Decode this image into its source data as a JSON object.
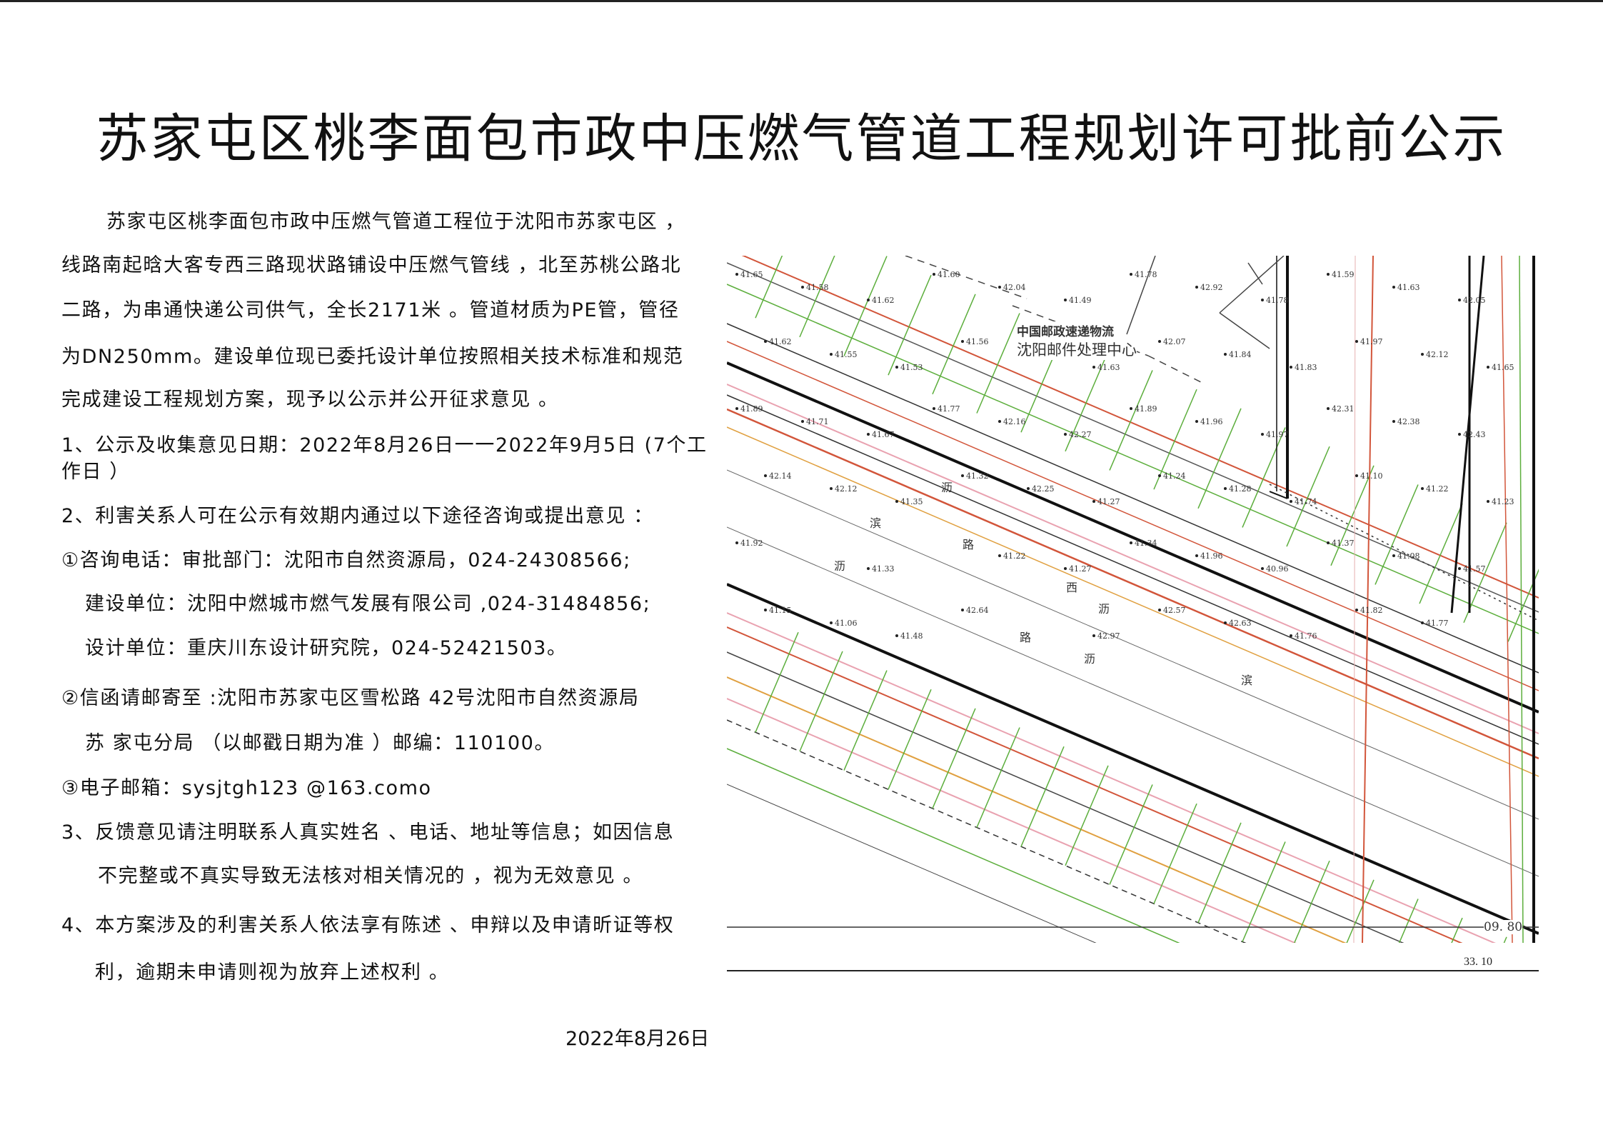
{
  "title": "苏家屯区桃李面包市政中压燃气管道工程规划许可批前公示",
  "intro": [
    "苏家屯区桃李面包市政中压燃气管道工程位于沈阳市苏家屯区 ，",
    "线路南起晗大客专西三路现状路铺设中压燃气管线 ，北至苏桃公路北",
    "二路，为串通快递公司供气，全长2171米 。管道材质为PE管，管径",
    " 为DN250mm。建设单位现已委托设计单位按照相关技术标准和规范",
    "完成建设工程规划方案，现予以公示并公开征求意见 。"
  ],
  "item1": [
    "1、公示及收集意见日期：2022年8月26日一一2022年9月5日 (7个工",
    "作日 ）"
  ],
  "item2": "2、利害关系人可在公示有效期内通过以下途径咨询或提出意见 ：",
  "contact1": "①咨询电话：审批部门：沈阳市自然资源局，024-24308566;",
  "contact2": "建设单位：沈阳中燃城市燃气发展有限公司 ,024-31484856;",
  "contact3": "设计单位：重庆川东设计研究院，024-52421503。",
  "mail1": "②信函请邮寄至 :沈阳市苏家屯区雪松路 42号沈阳市自然资源局",
  "mail2": "苏  家屯分局  （以邮戳日期为准 ）邮编：110100。",
  "email": "③电子邮箱：sysjtgh123 @163.como",
  "item3": [
    "3、反馈意见请注明联系人真实姓名 、电话、地址等信息；如因信息",
    "不完整或不真实导致无法核对相关情况的 ，视为无效意见 。"
  ],
  "item4": [
    "4、本方案涉及的利害关系人依法享有陈述 、申辩以及申请昕证等权",
    "利，逾期未申请则视为放弃上述权利 。"
  ],
  "date": "2022年8月26日",
  "map": {
    "building_line1": "中国邮政速递物流",
    "building_line2": "沈阳邮件处理中心",
    "road_chars": [
      "沥",
      "滨",
      "路",
      "沥",
      "西",
      "沥",
      "路",
      "沥",
      "滨"
    ],
    "elevations": [
      "41.65",
      "41.58",
      "41.62",
      "41.60",
      "42.04",
      "41.49",
      "41.78",
      "42.92",
      "41.78",
      "41.59",
      "41.63",
      "42.05",
      "41.62",
      "41.55",
      "41.53",
      "41.56",
      "41.63",
      "42.07",
      "41.84",
      "41.83",
      "41.97",
      "42.12",
      "41.65",
      "41.89",
      "41.71",
      "41.67",
      "41.77",
      "42.16",
      "42.27",
      "41.89",
      "41.96",
      "41.97",
      "42.31",
      "42.38",
      "42.43",
      "42.14",
      "42.12",
      "41.35",
      "41.32",
      "42.25",
      "41.27",
      "41.24",
      "41.28",
      "41.74",
      "41.10",
      "41.22",
      "41.23",
      "41.92",
      "41.33",
      "41.22",
      "41.27",
      "41.34",
      "41.96",
      "40.96",
      "41.37",
      "41.08",
      "41.57",
      "41.15",
      "41.06",
      "41.48",
      "42.64",
      "42.97",
      "42.57",
      "42.63",
      "41.76",
      "41.82",
      "41.77"
    ],
    "sheet_label": "09. 80",
    "scale_label": "33. 10"
  },
  "colors": {
    "road": "#111111",
    "pipe_red": "#d2553a",
    "grid_green": "#5cae3c",
    "pink": "#e9a2b0",
    "orange": "#e0a040"
  }
}
